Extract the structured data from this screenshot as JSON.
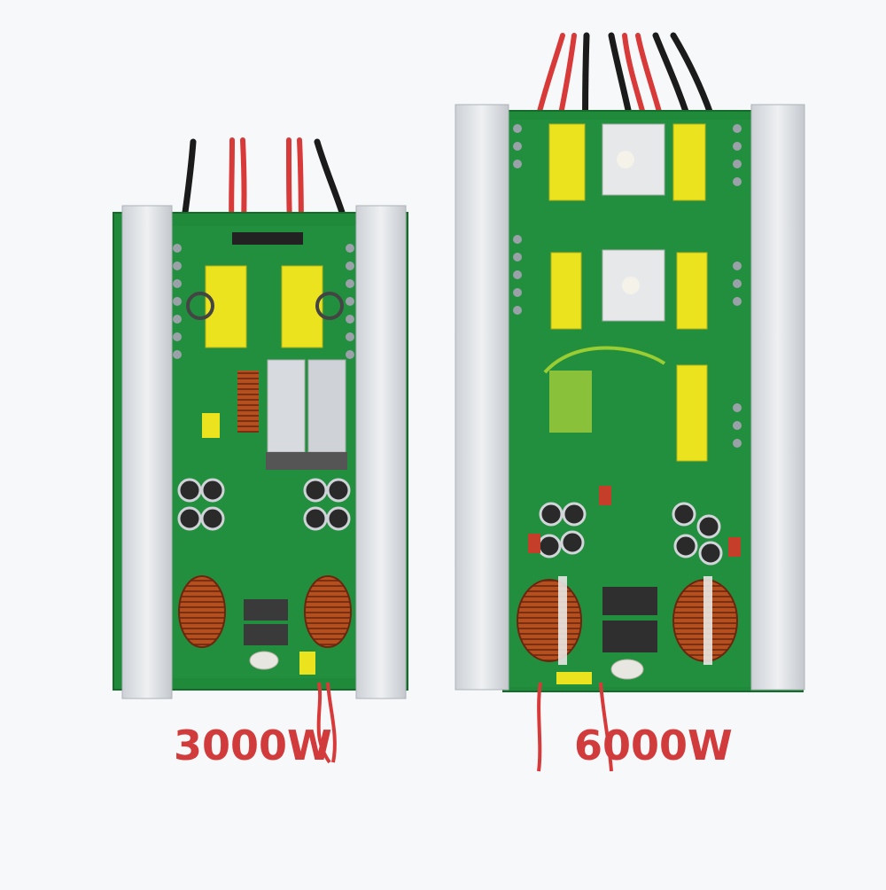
{
  "colors": {
    "background": "#f7f8fa",
    "pcb": "#1f8a3a",
    "pcb_dark": "#14642a",
    "heatsink": "#d9dde2",
    "transformer_yellow": "#ece31f",
    "wire_red": "#d83a3a",
    "wire_black": "#1b1b1b",
    "copper_coil": "#b24a1e",
    "label": "#d23b3b"
  },
  "photo": {
    "description_icons": [
      "inverter-board-3000w",
      "inverter-board-6000w"
    ]
  },
  "labels": {
    "left": "3000W",
    "right": "6000W"
  }
}
